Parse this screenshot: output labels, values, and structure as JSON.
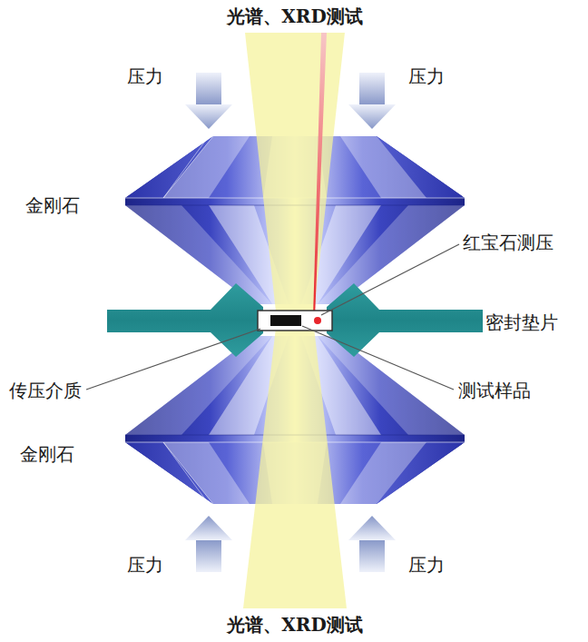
{
  "diagram": {
    "labels": [
      "光谱、XRD测试",
      "压力",
      "压力",
      "金刚石",
      "红宝石测压",
      "密封垫片",
      "传压介质",
      "测试样品",
      "金刚石",
      "压力",
      "压力",
      "光谱、XRD测试"
    ]
  }
}
